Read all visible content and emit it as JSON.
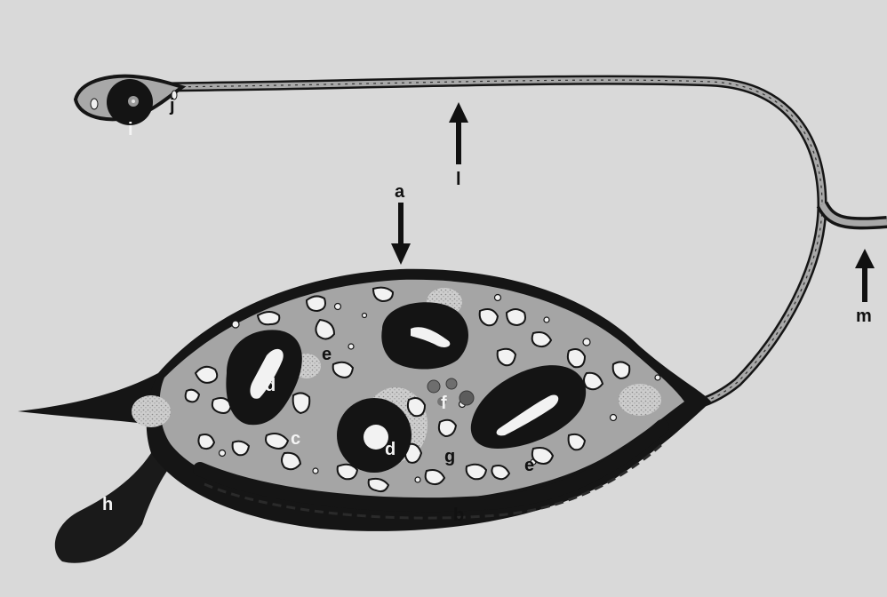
{
  "figure": {
    "colors": {
      "background": "#d9d9d9",
      "membrane": "#151515",
      "cytoplasm": "#a5a5a5",
      "organelle_fill": "#f2f2f2",
      "granule_patch": "#c9c9c9"
    },
    "labels": {
      "a": "a",
      "b": "b",
      "c": "c",
      "d1": "d",
      "d2": "d",
      "e1": "e",
      "e2": "e",
      "f": "f",
      "g": "g",
      "h": "h",
      "i": "i",
      "j": "j",
      "l": "l",
      "m": "m"
    },
    "arrows": [
      "a-arrow",
      "l-arrow",
      "m-arrow"
    ]
  }
}
